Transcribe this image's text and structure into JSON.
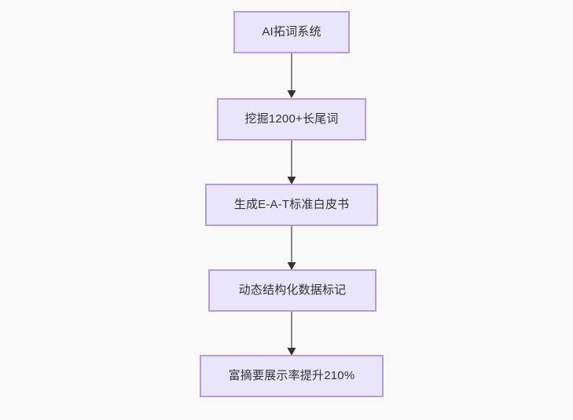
{
  "diagram": {
    "type": "flowchart",
    "direction": "top-to-bottom",
    "background_color": "#f9f9f9",
    "node_fill_color": "#e9e5fb",
    "node_border_color": "#b39ddb",
    "node_text_color": "#333333",
    "edge_line_color": "#888888",
    "edge_arrow_color": "#333333",
    "nodes": [
      {
        "id": "n1",
        "label": "AI拓词系统"
      },
      {
        "id": "n2",
        "label": "挖掘1200+长尾词"
      },
      {
        "id": "n3",
        "label": "生成E-A-T标准白皮书"
      },
      {
        "id": "n4",
        "label": "动态结构化数据标记"
      },
      {
        "id": "n5",
        "label": "富摘要展示率提升210%"
      }
    ],
    "edges": [
      {
        "id": "e1",
        "from": "n1",
        "to": "n2",
        "label": ""
      },
      {
        "id": "e2",
        "from": "n2",
        "to": "n3",
        "label": ""
      },
      {
        "id": "e3",
        "from": "n3",
        "to": "n4",
        "label": ""
      },
      {
        "id": "e4",
        "from": "n4",
        "to": "n5",
        "label": ""
      }
    ]
  }
}
